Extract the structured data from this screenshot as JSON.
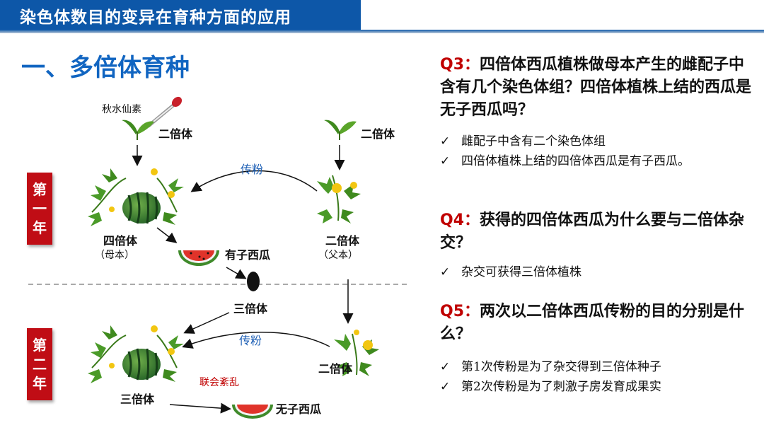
{
  "header": {
    "title": "染色体数目的变异在育种方面的应用"
  },
  "section": {
    "title": "一、多倍体育种"
  },
  "diagram": {
    "colchicine": "秋水仙素",
    "diploid_top_left": "二倍体",
    "diploid_top_right": "二倍体",
    "pollination_1": "传粉",
    "pollination_2": "传粉",
    "year1": [
      "第",
      "一",
      "年"
    ],
    "year2": [
      "第",
      "二",
      "年"
    ],
    "tetraploid": "四倍体",
    "mother": "（母本）",
    "diploid_father": "二倍体",
    "father": "（父本）",
    "seeded_melon": "有子西瓜",
    "triploid_seed": "三倍体",
    "diploid_year2": "二倍体",
    "triploid_plant": "三倍体",
    "synapsis_disorder": "联会紊乱",
    "seedless_melon": "无子西瓜"
  },
  "questions": [
    {
      "num": "Q3：",
      "text": "四倍体西瓜植株做母本产生的雌配子中含有几个染色体组？四倍体植株上结的西瓜是无子西瓜吗？",
      "answers": [
        "雌配子中含有二个染色体组",
        "四倍体植株上结的四倍体西瓜是有子西瓜。"
      ]
    },
    {
      "num": "Q4：",
      "text": "获得的四倍体西瓜为什么要与二倍体杂交？",
      "answers": [
        "杂交可获得三倍体植株"
      ]
    },
    {
      "num": "Q5：",
      "text": "两次以二倍体西瓜传粉的目的分别是什么？",
      "answers": [
        "第1次传粉是为了杂交得到三倍体种子",
        "第2次传粉是为了刺激子房发育成果实"
      ]
    }
  ],
  "check_glyph": "✓",
  "colors": {
    "title_bar": "#0d57a8",
    "section_title": "#1165c1",
    "question_num": "#c00000",
    "year_badge": "#c00d15",
    "pollination": "#1d5fb5"
  }
}
